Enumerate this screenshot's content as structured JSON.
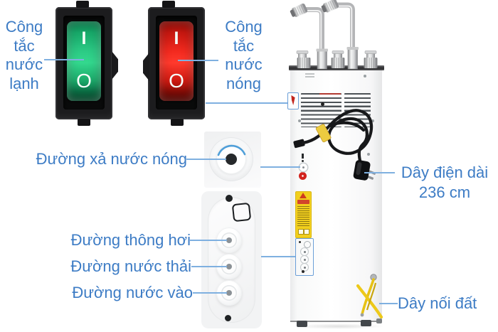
{
  "annotations": {
    "cold_switch": [
      "Công",
      "tắc",
      "nước",
      "lạnh"
    ],
    "hot_switch": [
      "Công",
      "tắc",
      "nước",
      "nóng"
    ],
    "hot_drain": "Đường xả nước nóng",
    "vent": "Đường thông hơi",
    "waste_water": "Đường nước thải",
    "water_inlet": "Đường nước vào",
    "power_cord": [
      "Dây điện dài",
      "236 cm"
    ],
    "ground_wire": "Dây nối đất"
  },
  "switch_symbols": {
    "on": "I",
    "off": "O"
  },
  "colors": {
    "annotation_text": "#3d7cc5",
    "leader_line": "#7fb0e0",
    "cold_switch_green": "#2ccb85",
    "hot_switch_red": "#f32a1f",
    "ground_wire_yellow": "#e7c214",
    "warning_sticker_yellow": "#f2cf1d",
    "highlight_box_blue": "#6b9fd8"
  }
}
